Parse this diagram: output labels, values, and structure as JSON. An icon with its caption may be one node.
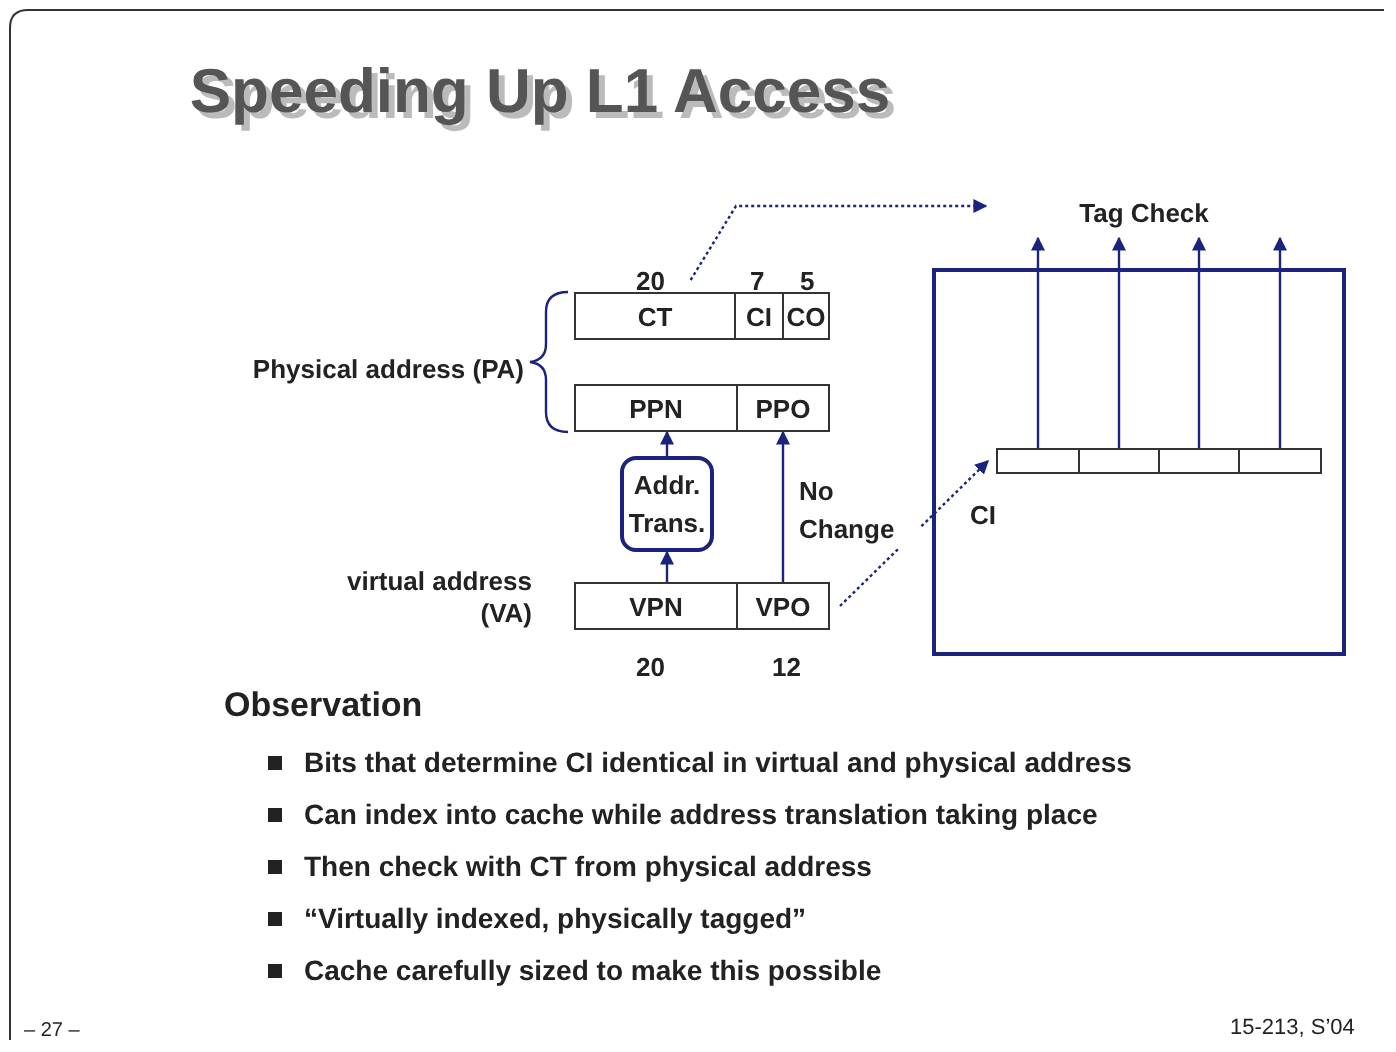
{
  "diagram": {
    "title": "Speeding Up L1 Access",
    "nodes": [
      {
        "text": [
          "CT"
        ]
      },
      {
        "text": [
          "CI"
        ]
      },
      {
        "text": [
          "CO"
        ]
      },
      {
        "text": [
          "PPN"
        ]
      },
      {
        "text": [
          "PPO"
        ]
      },
      {
        "text": [
          "Addr. Trans."
        ]
      },
      {
        "text": [
          "VPN"
        ]
      },
      {
        "text": [
          "VPO"
        ]
      },
      {
        "text": [],
        "shape": "box"
      },
      {
        "text": [],
        "shape": "box",
        "in": 8
      },
      {
        "text": [],
        "shape": "box",
        "in": 8
      },
      {
        "text": [],
        "shape": "box",
        "in": 8
      },
      {
        "text": [],
        "shape": "box",
        "in": 8
      },
      {
        "text": [
          "Tag Check"
        ]
      }
    ],
    "edges": [
      {
        "from": 6,
        "to": 5,
        "arrow": "to"
      },
      {
        "from": 5,
        "to": 3,
        "arrow": "to"
      },
      {
        "from": 7,
        "to": 4,
        "arrow": "to",
        "label": "No Change"
      },
      {
        "from": 0,
        "to": 13,
        "arrow": "to",
        "style": "dashed"
      },
      {
        "from": 7,
        "to": 9,
        "arrow": "to",
        "style": "dashed"
      },
      {
        "from": 9,
        "to": 13,
        "arrow": "to"
      },
      {
        "from": 10,
        "to": 13,
        "arrow": "to"
      },
      {
        "from": 11,
        "to": 13,
        "arrow": "to"
      },
      {
        "from": 12,
        "to": 13,
        "arrow": "to"
      }
    ],
    "labels": [
      "20",
      "7",
      "5",
      "Physical address (PA)",
      "CI",
      "virtual address (VA)",
      "20",
      "12",
      "Observation",
      "Bits that determine CI identical in virtual and physical address",
      "Can index into cache while address translation taking place",
      "Then check with CT from physical address",
      "“Virtually indexed, physically tagged”",
      "Cache carefully sized to make this possible",
      "– 27 –",
      "15-213, S’04"
    ]
  }
}
